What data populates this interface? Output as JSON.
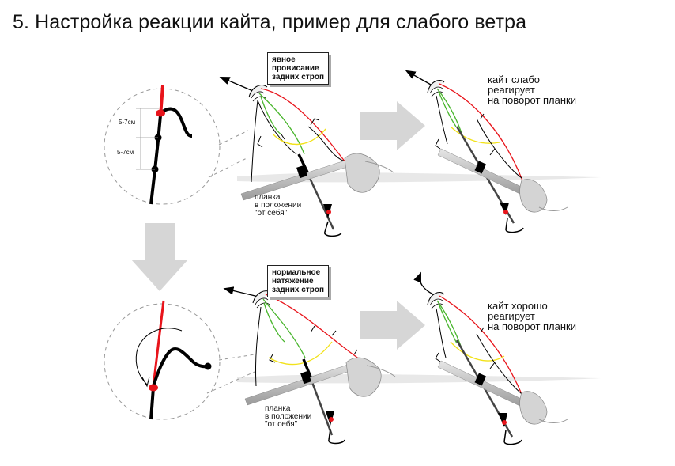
{
  "title": "5. Настройка реакции кайта, пример для слабого ветра",
  "measure": {
    "upper": "5-7см",
    "lower": "5-7см"
  },
  "top_left": {
    "callout": [
      "явное",
      "провисание",
      "задних строп"
    ],
    "bar_note": [
      "планка",
      "в положении",
      "\"от себя\""
    ]
  },
  "top_right": {
    "caption": [
      "кайт слабо",
      "реагирует",
      "на поворот планки"
    ]
  },
  "bottom_left": {
    "callout": [
      "нормальное",
      "натяжение",
      "задних строп"
    ],
    "bar_note": [
      "планка",
      "в положении",
      "\"от себя\""
    ]
  },
  "bottom_right": {
    "caption": [
      "кайт хорошо",
      "реагирует",
      "на поворот планки"
    ]
  },
  "colors": {
    "red_line": "#e8141b",
    "green_line": "#48b52c",
    "yellow_line": "#f2e21a",
    "arrow_gray": "#d6d6d6",
    "bar_gray": "#c9c9c9"
  }
}
